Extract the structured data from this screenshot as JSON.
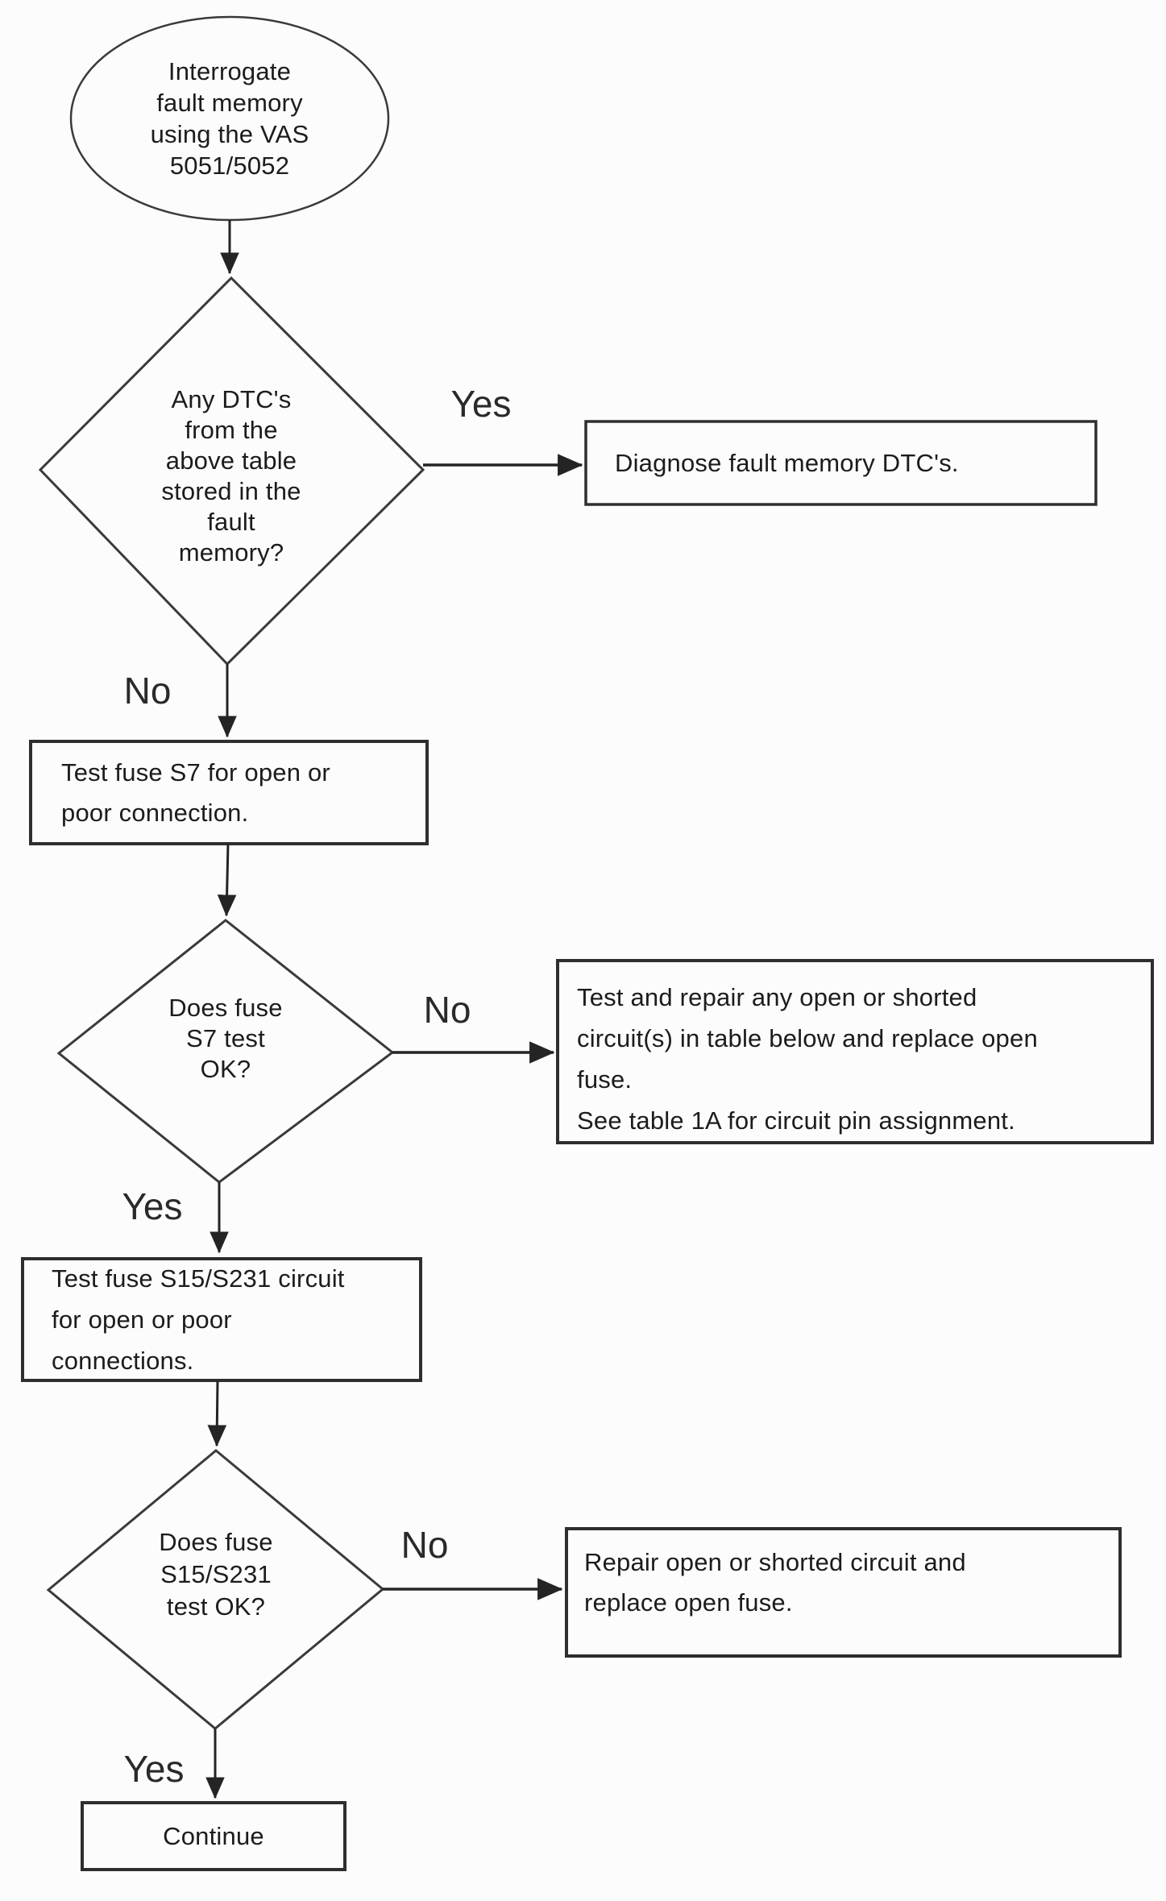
{
  "colors": {
    "background": "#fcfcfc",
    "line": "#303030",
    "text": "#1c1c1c"
  },
  "nodes": {
    "start": {
      "type": "terminator",
      "label": "Interrogate\nfault memory\nusing the VAS\n5051/5052"
    },
    "decision_dtc": {
      "type": "decision",
      "label": "Any DTC's\nfrom the\nabove table\nstored in the\nfault\nmemory?"
    },
    "process_diagnose": {
      "type": "process",
      "label": "Diagnose fault memory DTC's."
    },
    "process_test_s7": {
      "type": "process",
      "label": "Test fuse S7 for open or\npoor connection."
    },
    "decision_s7": {
      "type": "decision",
      "label": "Does fuse\nS7 test\nOK?"
    },
    "process_repair_s7": {
      "type": "process",
      "label": "Test and repair any open or shorted\ncircuit(s) in table below and replace open\nfuse.\nSee table 1A for circuit pin assignment."
    },
    "process_test_s15": {
      "type": "process",
      "label": "Test fuse S15/S231 circuit\nfor open or poor\nconnections."
    },
    "decision_s15": {
      "type": "decision",
      "label": "Does fuse\nS15/S231\ntest OK?"
    },
    "process_repair_s15": {
      "type": "process",
      "label": "Repair open or shorted circuit and\nreplace open fuse."
    },
    "end": {
      "type": "process",
      "label": "Continue"
    }
  },
  "edges": {
    "decision_dtc_yes": "Yes",
    "decision_dtc_no": "No",
    "decision_s7_yes": "Yes",
    "decision_s7_no": "No",
    "decision_s15_yes": "Yes",
    "decision_s15_no": "No"
  }
}
